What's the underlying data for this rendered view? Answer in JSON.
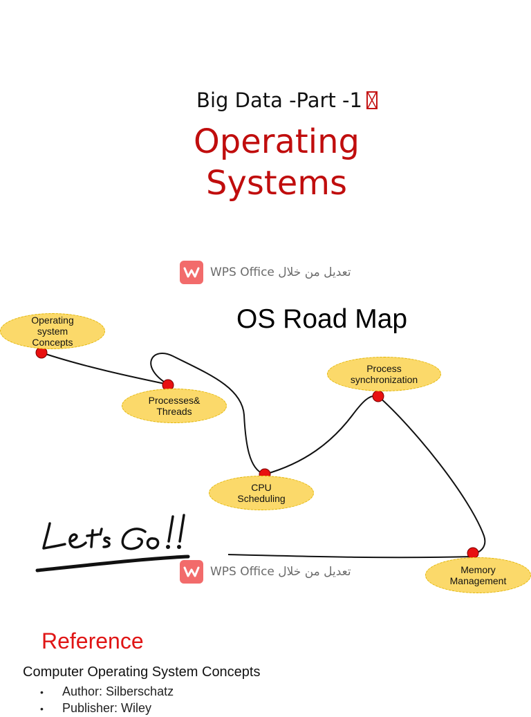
{
  "header": {
    "subtitle": "Big Data -Part -1",
    "title_line1": "Operating",
    "title_line2": "Systems"
  },
  "watermark": {
    "text": "WPS Office تعديل من خلال",
    "icon": "wps-office-logo"
  },
  "roadmap": {
    "title": "OS Road Map",
    "nodes": [
      {
        "id": "concepts",
        "lines": [
          "Operating",
          "system",
          "Concepts"
        ]
      },
      {
        "id": "processes",
        "lines": [
          "Processes&",
          "Threads"
        ]
      },
      {
        "id": "cpu",
        "lines": [
          "CPU",
          "Scheduling"
        ]
      },
      {
        "id": "sync",
        "lines": [
          "Process",
          "synchronization"
        ]
      },
      {
        "id": "memory",
        "lines": [
          "Memory",
          "Management"
        ]
      }
    ],
    "handwriting": "Let's Go!!"
  },
  "reference": {
    "title": "Reference",
    "book": "Computer Operating System Concepts",
    "items": [
      "Author: Silberschatz",
      "Publisher: Wiley"
    ]
  },
  "colors": {
    "title_red": "#c00d0d",
    "reference_red": "#e01515",
    "node_fill": "#fbd96a",
    "node_border": "#e0b400",
    "pin_red": "#e81010",
    "wps_logo": "#f26b6b"
  }
}
